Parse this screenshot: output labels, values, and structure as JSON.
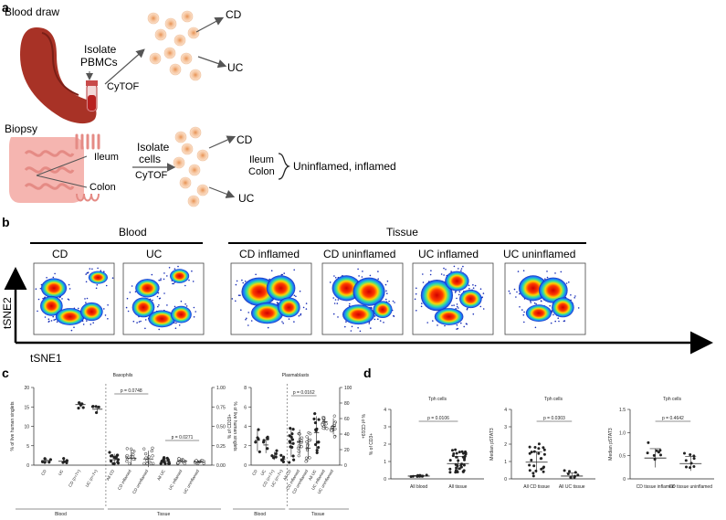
{
  "panel_labels": {
    "a": "a",
    "b": "b",
    "c": "c",
    "d": "d"
  },
  "panel_a": {
    "blood_draw": "Blood draw",
    "isolate_pbmcs_line1": "Isolate",
    "isolate_pbmcs_line2": "PBMCs",
    "cytof_top": "CyTOF",
    "cd_top": "CD",
    "uc_top": "UC",
    "biopsy": "Biopsy",
    "ileum_label": "Ileum",
    "colon_label": "Colon",
    "isolate_cells_line1": "Isolate",
    "isolate_cells_line2": "cells",
    "cytof_bottom": "CyTOF",
    "cd_bottom": "CD",
    "uc_bottom": "UC",
    "ileum_right": "Ileum",
    "colon_right": "Colon",
    "uninflamed_inflamed": "Uninflamed, inflamed",
    "colors": {
      "cell": "#f7c8a0",
      "cell_core": "#e8a06a",
      "blood": "#b23a2a",
      "gut": "#f2a7a7"
    }
  },
  "panel_b": {
    "blood_header": "Blood",
    "tissue_header": "Tissue",
    "plots": [
      "CD",
      "UC",
      "CD inflamed",
      "CD uninflamed",
      "UC inflamed",
      "UC uninflamed"
    ],
    "y_axis": "tSNE2",
    "x_axis": "tSNE1"
  },
  "panel_c": {
    "basophils": {
      "title": "Basophils",
      "ylabel_left": "% of live human singlets",
      "ylabel_right": "% of live human singlets",
      "left_ticks": [
        "0",
        "5",
        "10",
        "15",
        "20"
      ],
      "right_ticks": [
        "0.00",
        "0.25",
        "0.50",
        "0.75",
        "1.00"
      ],
      "categories": [
        "CD",
        "UC",
        "CD (n=7+)",
        "UC (n=7+)",
        "All CD",
        "CD inflamed",
        "CD uninflamed",
        "All UC",
        "UC inflamed",
        "UC uninflamed"
      ],
      "p1": "p = 0.0748",
      "p2": "p = 0.0271",
      "group_blood": "Blood",
      "group_tissue": "Tissue"
    },
    "plasmablasts": {
      "title": "Plasmablasts",
      "ylabel_left": "% of CD19+",
      "ylabel_right": "% of CD19+",
      "left_ticks": [
        "0",
        "2",
        "4",
        "6",
        "8"
      ],
      "right_ticks": [
        "0",
        "20",
        "40",
        "60",
        "80",
        "100"
      ],
      "categories": [
        "CD",
        "UC",
        "CD (n=7+)",
        "UC (n=7+)",
        "All CD",
        "CD inflamed",
        "CD uninflamed",
        "All UC",
        "UC inflamed",
        "UC uninflamed"
      ],
      "p1": "p = 0.0162",
      "group_blood": "Blood",
      "group_tissue": "Tissue"
    }
  },
  "panel_d": {
    "plot1": {
      "title": "Tph cells",
      "ylabel": "% of CD3+",
      "ticks": [
        "0",
        "1",
        "2",
        "3",
        "4"
      ],
      "categories": [
        "All blood",
        "All tissue"
      ],
      "p": "p = 0.0106"
    },
    "plot2": {
      "title": "Tph cells",
      "ylabel": "Median pSTAT3",
      "ticks": [
        "0",
        "1",
        "2",
        "3",
        "4"
      ],
      "categories": [
        "All CD tissue",
        "All UC tissue"
      ],
      "p": "p = 0.0303"
    },
    "plot3": {
      "title": "Tph cells",
      "ylabel": "Median pSTAT3",
      "ticks": [
        "0",
        "0.5",
        "1.0",
        "1.5"
      ],
      "categories": [
        "CD tissue inflamed",
        "CD tissue uninflamed"
      ],
      "p": "p = 0.4642"
    }
  }
}
